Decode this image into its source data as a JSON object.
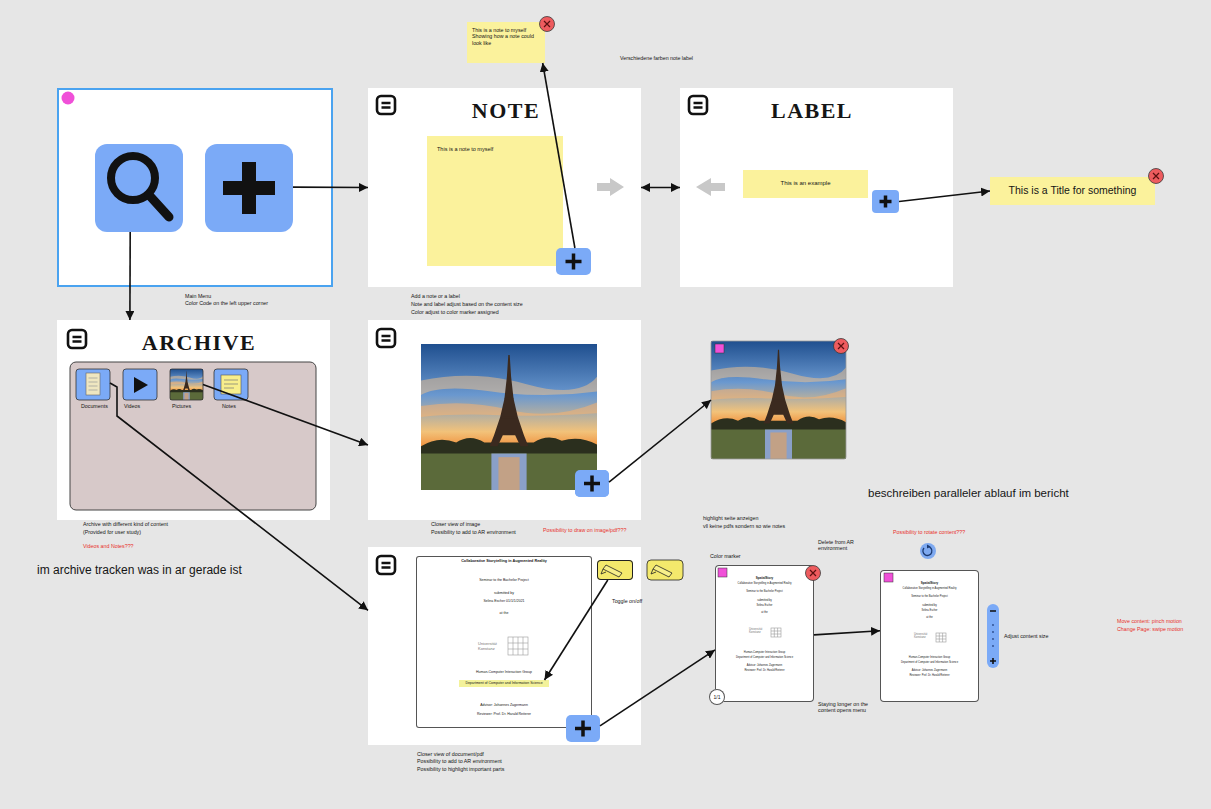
{
  "diagram": {
    "nodes": [
      {
        "text": [
          "Main Menu",
          "Color Code on the left upper corner"
        ]
      },
      {
        "text": [],
        "in": 0
      },
      {
        "text": [],
        "in": 0
      },
      {
        "text": [
          "NOTE",
          "Add a note or a label",
          "Note and label adjust based on the content size",
          "Color adjust to color marker assigned"
        ]
      },
      {
        "text": [
          "This is a note to myself"
        ],
        "in": 3
      },
      {
        "text": [],
        "in": 3
      },
      {
        "text": [
          "LABEL"
        ]
      },
      {
        "text": [
          "This is an example"
        ],
        "in": 6
      },
      {
        "text": [],
        "in": 6
      },
      {
        "text": [
          "This is a note to myself Showing how a note could look like"
        ]
      },
      {
        "text": [
          "This is a Title for something"
        ]
      },
      {
        "text": [
          "ARCHIVE",
          "Archive with different kind of content",
          "(Provided for user study)"
        ]
      },
      {
        "text": [
          "Documents"
        ],
        "in": 11
      },
      {
        "text": [
          "Videos"
        ],
        "in": 11
      },
      {
        "text": [
          "Pictures"
        ],
        "in": 11
      },
      {
        "text": [
          "Notes"
        ],
        "in": 11
      },
      {
        "text": [
          "Closer view of image",
          "Possibility to add to AR environment"
        ]
      },
      {
        "text": [],
        "in": 16
      },
      {
        "text": []
      },
      {
        "text": [
          "Closer view of document/pdf",
          "Possibility to add to AR environment",
          "Possibility to highlight important parts"
        ]
      },
      {
        "text": [
          "Collaborative Storytelling in Augmented Reality",
          "Seminar to the Bachelor Project",
          "submitted by",
          "Selina Escher 01/1/1/2021",
          "at the",
          "Universität Konstanz",
          "Human-Computer Interaction Group",
          "Advisor: Johannes Zagermann",
          "Reviewer: Prof. Dr. Harald Reiterer"
        ],
        "in": 19
      },
      {
        "text": [
          "Department of Computer and Information Science"
        ],
        "in": 20
      },
      {
        "text": [
          "Toggle on/off"
        ],
        "in": 19
      },
      {
        "text": [],
        "in": 19
      },
      {
        "text": [
          "SpatialStory",
          "Collaborative Storytelling in Augmented Reality",
          "Seminar to the Bachelor Project",
          "submitted by",
          "Selina Escher",
          "at the",
          "Universität Konstanz",
          "Human-Computer Interaction Group",
          "Department of Computer and Information Science",
          "Advisor: Johannes Zagermann",
          "Reviewer: Prof. Dr. Harald Reiterer"
        ]
      },
      {
        "text": [
          "1/1"
        ],
        "in": 24
      },
      {
        "text": [
          "SpatialStory",
          "Collaborative Storytelling in Augmented Reality",
          "Seminar to the Bachelor Project",
          "submitted by",
          "Selina Escher",
          "at the",
          "Universität Konstanz",
          "Human-Computer Interaction Group",
          "Department of Computer and Information Science",
          "Advisor: Johannes Zagermann",
          "Reviewer: Prof. Dr. Harald Reiterer"
        ]
      }
    ],
    "edges": [
      {
        "from": 2,
        "to": 3,
        "arrow": "to"
      },
      {
        "from": 1,
        "to": 11,
        "arrow": "to"
      },
      {
        "from": 5,
        "to": 9,
        "arrow": "to"
      },
      {
        "from": 3,
        "to": 6,
        "arrow": "both"
      },
      {
        "from": 8,
        "to": 10,
        "arrow": "to"
      },
      {
        "from": 12,
        "to": 19,
        "arrow": "to"
      },
      {
        "from": 14,
        "to": 16,
        "arrow": "to"
      },
      {
        "from": 17,
        "to": 18,
        "arrow": "to"
      },
      {
        "from": 22,
        "to": 21,
        "arrow": "to"
      },
      {
        "from": 23,
        "to": 24,
        "arrow": "to"
      },
      {
        "from": 24,
        "to": 26,
        "arrow": "to"
      }
    ],
    "labels": [
      "Verschiedene farben note label",
      "Videos and Notes???",
      "im archive tracken was in ar gerade ist",
      "Possibility to draw on image/pdf???",
      "highlight seite anzeigen",
      "vll keine pdfs sondern so wie notes",
      "beschreiben paralleler ablauf im bericht",
      "Color marker",
      "Delete from AR environment",
      "Possibility to rotate content???",
      "Adjust content size",
      "Move content: pinch motion",
      "Change Page: swipe motion",
      "Staying longer on the content opens menu"
    ]
  }
}
